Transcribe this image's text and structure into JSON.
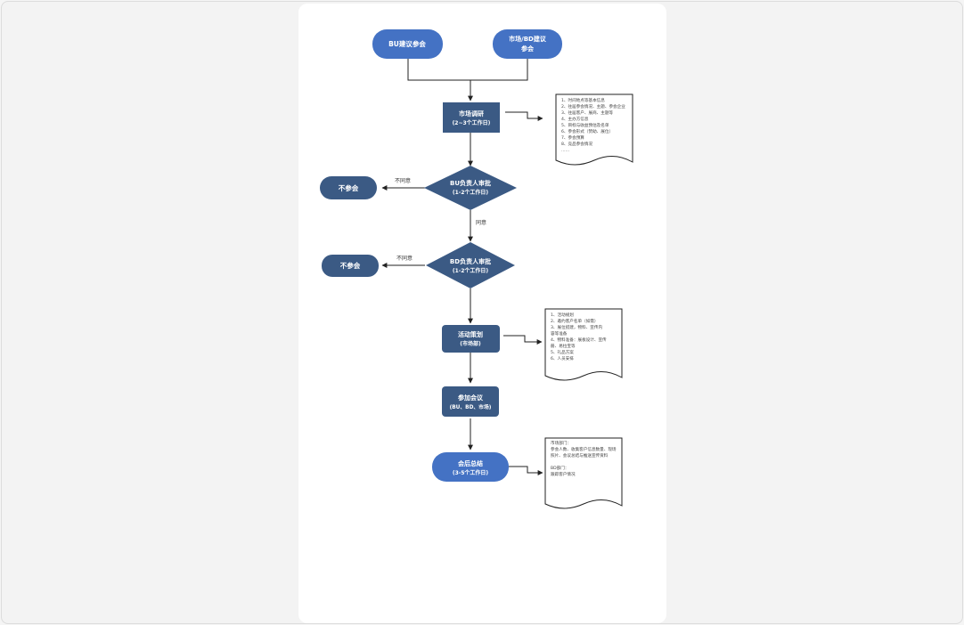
{
  "colors": {
    "light_blue": "#4472c4",
    "dark_blue": "#3b5a84",
    "line": "#222222"
  },
  "nodes": {
    "bu_suggest": "BU建议参会",
    "market_bd_suggest_1": "市场/BD建议",
    "market_bd_suggest_2": "参会",
    "research_title": "市场调研",
    "research_sub": "(2~3个工作日)",
    "bu_approve_title": "BU负责人审批",
    "bu_approve_sub": "(1-2个工作日)",
    "not_attend_1": "不参会",
    "bd_approve_title": "BD负责人审批",
    "bd_approve_sub": "(1-2个工作日)",
    "not_attend_2": "不参会",
    "planning_title": "活动策划",
    "planning_sub": "(市场部)",
    "attend_title": "参加会议",
    "attend_sub": "(BU、BD、市场)",
    "summary_title": "会后总结",
    "summary_sub": "(3-5个工作日)"
  },
  "edges": {
    "disagree_1": "不同意",
    "agree": "同意",
    "disagree_2": "不同意"
  },
  "docs": {
    "research_notes": [
      "1、时间地点等基本信息",
      "2、往届参会情况、主题、参会企业",
      "3、往届客户、展商、主题等",
      "4、主办方信息",
      "5、目标与收益预估及名单",
      "6、参会形式（赞助、展位）",
      "7、参会预算",
      "8、竞品参会情况",
      "……"
    ],
    "planning_notes": [
      "1、活动规划",
      "2、邀约客户名单（如需）",
      "3、展位搭建，物料、宣传内",
      "容等准备",
      "4、物料准备：展板设计、宣传",
      "册、易拉宝等",
      "5、礼品方案",
      "6、人员安排"
    ],
    "summary_notes": [
      "市场部门：",
      "参会人数、收集客户信息数量、现场",
      "照片、会议总结与推送宣传资料",
      "",
      "BD部门：",
      "跟踪客户情况"
    ]
  }
}
